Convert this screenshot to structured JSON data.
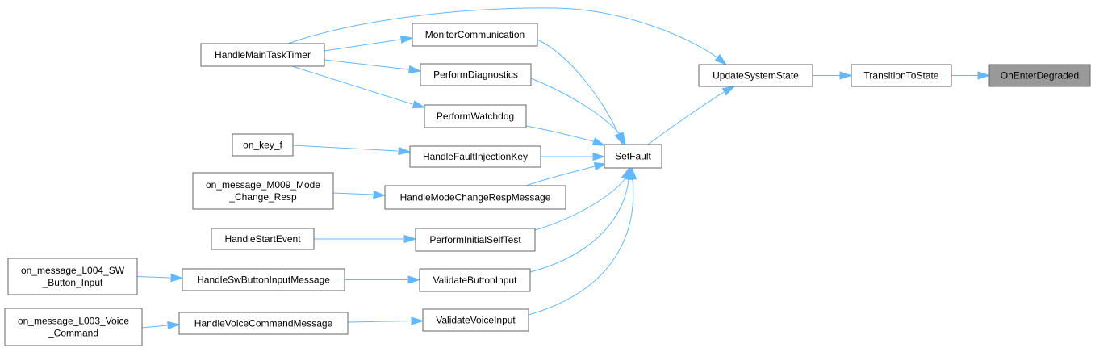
{
  "graph": {
    "focus": "OnEnterDegraded",
    "edge_color": "#63b8ff",
    "focus_fill": "#999999",
    "nodes": {
      "OnEnterDegraded": {
        "lines": [
          "OnEnterDegraded"
        ]
      },
      "TransitionToState": {
        "lines": [
          "TransitionToState"
        ]
      },
      "UpdateSystemState": {
        "lines": [
          "UpdateSystemState"
        ]
      },
      "HandleMainTaskTimer": {
        "lines": [
          "HandleMainTaskTimer"
        ]
      },
      "SetFault": {
        "lines": [
          "SetFault"
        ]
      },
      "MonitorCommunication": {
        "lines": [
          "MonitorCommunication"
        ]
      },
      "PerformDiagnostics": {
        "lines": [
          "PerformDiagnostics"
        ]
      },
      "PerformWatchdog": {
        "lines": [
          "PerformWatchdog"
        ]
      },
      "HandleFaultInjectionKey": {
        "lines": [
          "HandleFaultInjectionKey"
        ]
      },
      "on_key_f": {
        "lines": [
          "on_key_f"
        ]
      },
      "HandleModeChangeRespMessage": {
        "lines": [
          "HandleModeChangeRespMessage"
        ]
      },
      "on_message_M009": {
        "lines": [
          "on_message_M009_Mode",
          "_Change_Resp"
        ]
      },
      "PerformInitialSelfTest": {
        "lines": [
          "PerformInitialSelfTest"
        ]
      },
      "HandleStartEvent": {
        "lines": [
          "HandleStartEvent"
        ]
      },
      "ValidateButtonInput": {
        "lines": [
          "ValidateButtonInput"
        ]
      },
      "HandleSwButtonInputMessage": {
        "lines": [
          "HandleSwButtonInputMessage"
        ]
      },
      "on_message_L004": {
        "lines": [
          "on_message_L004_SW",
          "_Button_Input"
        ]
      },
      "ValidateVoiceInput": {
        "lines": [
          "ValidateVoiceInput"
        ]
      },
      "HandleVoiceCommandMessage": {
        "lines": [
          "HandleVoiceCommandMessage"
        ]
      },
      "on_message_L003": {
        "lines": [
          "on_message_L003_Voice",
          "_Command"
        ]
      }
    },
    "edges": [
      {
        "from": "TransitionToState",
        "to": "OnEnterDegraded"
      },
      {
        "from": "UpdateSystemState",
        "to": "TransitionToState"
      },
      {
        "from": "HandleMainTaskTimer",
        "to": "UpdateSystemState"
      },
      {
        "from": "SetFault",
        "to": "UpdateSystemState"
      },
      {
        "from": "HandleMainTaskTimer",
        "to": "MonitorCommunication"
      },
      {
        "from": "HandleMainTaskTimer",
        "to": "PerformDiagnostics"
      },
      {
        "from": "HandleMainTaskTimer",
        "to": "PerformWatchdog"
      },
      {
        "from": "MonitorCommunication",
        "to": "SetFault"
      },
      {
        "from": "PerformDiagnostics",
        "to": "SetFault"
      },
      {
        "from": "PerformWatchdog",
        "to": "SetFault"
      },
      {
        "from": "HandleFaultInjectionKey",
        "to": "SetFault"
      },
      {
        "from": "on_key_f",
        "to": "HandleFaultInjectionKey"
      },
      {
        "from": "HandleModeChangeRespMessage",
        "to": "SetFault"
      },
      {
        "from": "on_message_M009",
        "to": "HandleModeChangeRespMessage"
      },
      {
        "from": "PerformInitialSelfTest",
        "to": "SetFault"
      },
      {
        "from": "HandleStartEvent",
        "to": "PerformInitialSelfTest"
      },
      {
        "from": "ValidateButtonInput",
        "to": "SetFault"
      },
      {
        "from": "HandleSwButtonInputMessage",
        "to": "ValidateButtonInput"
      },
      {
        "from": "on_message_L004",
        "to": "HandleSwButtonInputMessage"
      },
      {
        "from": "ValidateVoiceInput",
        "to": "SetFault"
      },
      {
        "from": "HandleVoiceCommandMessage",
        "to": "ValidateVoiceInput"
      },
      {
        "from": "on_message_L003",
        "to": "HandleVoiceCommandMessage"
      }
    ]
  }
}
